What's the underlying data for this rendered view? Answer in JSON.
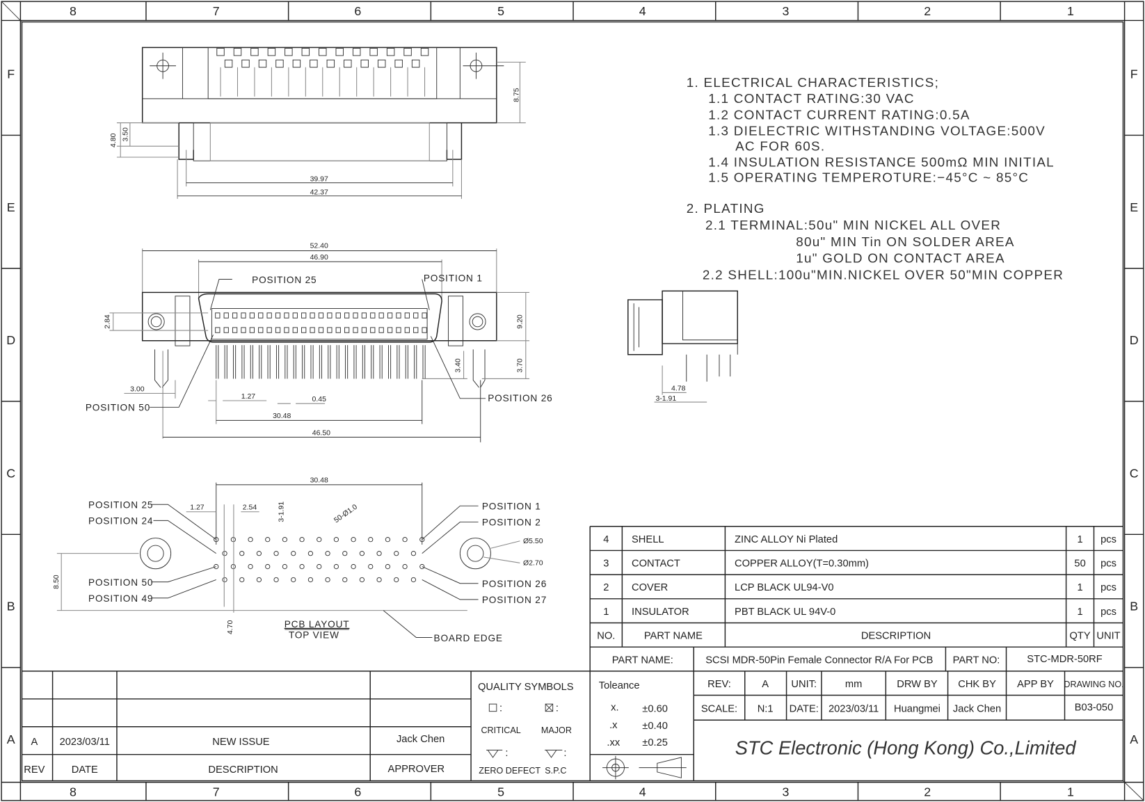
{
  "zones": {
    "columns": [
      "8",
      "7",
      "6",
      "5",
      "4",
      "3",
      "2",
      "1"
    ],
    "rows": [
      "F",
      "E",
      "D",
      "C",
      "B",
      "A"
    ]
  },
  "notes": {
    "lines": [
      "1.  ELECTRICAL CHARACTERISTICS;",
      "1.1  CONTACT RATING:30 VAC",
      "1.2  CONTACT CURRENT RATING:0.5A",
      "1.3  DIELECTRIC WITHSTANDING VOLTAGE:500V",
      "AC FOR 60S.",
      "1.4  INSULATION RESISTANCE 500mΩ MIN INITIAL",
      "1.5  OPERATING TEMPEROTURE:−45°C ~ 85°C",
      "2.  PLATING",
      "2.1 TERMINAL:50u\" MIN NICKEL ALL OVER",
      "80u\" MIN Tin ON SOLDER AREA",
      "1u\" GOLD ON CONTACT AREA",
      "2.2 SHELL:100u\"MIN.NICKEL OVER 50\"MIN COPPER"
    ]
  },
  "top_view": {
    "dims": {
      "d1": "39.97",
      "d2": "42.37",
      "height": "8.75",
      "h1": "4.80",
      "h2": "3.50"
    }
  },
  "front_view": {
    "dims": {
      "overall": "52.40",
      "shell": "46.90",
      "hole": "2.84",
      "height": "9.20",
      "tail1": "3.40",
      "tail2": "3.70",
      "peg": "3.00",
      "pitch": "1.27",
      "pin_w": "0.45",
      "span": "30.48",
      "peg_span": "46.50"
    },
    "labels": {
      "p25": "POSITION 25",
      "p1": "POSITION 1",
      "p50": "POSITION 50",
      "p26": "POSITION 26"
    }
  },
  "side_view": {
    "dims": {
      "a": "4.78",
      "b": "3-1.91"
    }
  },
  "pcb_layout": {
    "labels": {
      "p25": "POSITION 25",
      "p24": "POSITION 24",
      "p50": "POSITION 50",
      "p49": "POSITION 49",
      "p1": "POSITION 1",
      "p2": "POSITION 2",
      "p26": "POSITION 26",
      "p27": "POSITION 27",
      "board_edge": "BOARD EDGE",
      "title": "PCB LAYOUT",
      "subtitle": "TOP VIEW"
    },
    "dims": {
      "span": "30.48",
      "pitch": "1.27",
      "row": "2.54",
      "hole": "3-1.91",
      "pin_hole": "50-Ø1.0",
      "boss": "Ø5.50",
      "boss_hole": "Ø2.70",
      "height": "8.50",
      "edge": "4.70"
    }
  },
  "bom": {
    "rows": [
      {
        "no": "4",
        "name": "SHELL",
        "desc": "ZINC ALLOY Ni Plated",
        "qty": "1",
        "unit": "pcs"
      },
      {
        "no": "3",
        "name": "CONTACT",
        "desc": "COPPER ALLOY(T=0.30mm)",
        "qty": "50",
        "unit": "pcs"
      },
      {
        "no": "2",
        "name": "COVER",
        "desc": "LCP BLACK UL94-V0",
        "qty": "1",
        "unit": "pcs"
      },
      {
        "no": "1",
        "name": "INSULATOR",
        "desc": "PBT BLACK UL 94V-0",
        "qty": "1",
        "unit": "pcs"
      }
    ],
    "header": {
      "no": "NO.",
      "name": "PART NAME",
      "desc": "DESCRIPTION",
      "qty": "QTY",
      "unit": "UNIT"
    }
  },
  "title_block": {
    "part_name_label": "PART   NAME:",
    "part_name": "SCSI MDR-50Pin Female Connector R/A For PCB",
    "part_no_label": "PART NO:",
    "part_no": "STC-MDR-50RF",
    "tolerance_label": "Toleance",
    "tolerances": [
      {
        "k": "x.",
        "v": "±0.60"
      },
      {
        "k": ".x",
        "v": "±0.40"
      },
      {
        "k": ".xx",
        "v": "±0.25"
      }
    ],
    "rev_label": "REV:",
    "rev": "A",
    "unit_label": "UNIT:",
    "unit": "mm",
    "drw_by_label": "DRW BY",
    "chk_by_label": "CHK BY",
    "app_by_label": "APP BY",
    "drawing_no_label": "DRAWING NO.",
    "drawing_no": "B03-050",
    "scale_label": "SCALE:",
    "scale": "N:1",
    "date_label": "DATE:",
    "date": "2023/03/11",
    "drw_by": "Huangmei",
    "chk_by": "Jack Chen",
    "company": "STC Electronic (Hong Kong) Co.,Limited"
  },
  "revision_block": {
    "rows": [
      {
        "rev": "A",
        "date": "2023/03/11",
        "desc": "NEW ISSUE",
        "approver": "Jack Chen"
      }
    ],
    "header": {
      "rev": "REV",
      "date": "DATE",
      "desc": "DESCRIPTION",
      "approver": "APPROVER"
    }
  },
  "quality_symbols": {
    "title": "QUALITY SYMBOLS",
    "critical": "CRITICAL",
    "major": "MAJOR",
    "zero_defect": "ZERO DEFECT",
    "spc": "S.P.C",
    "colon": ":"
  }
}
